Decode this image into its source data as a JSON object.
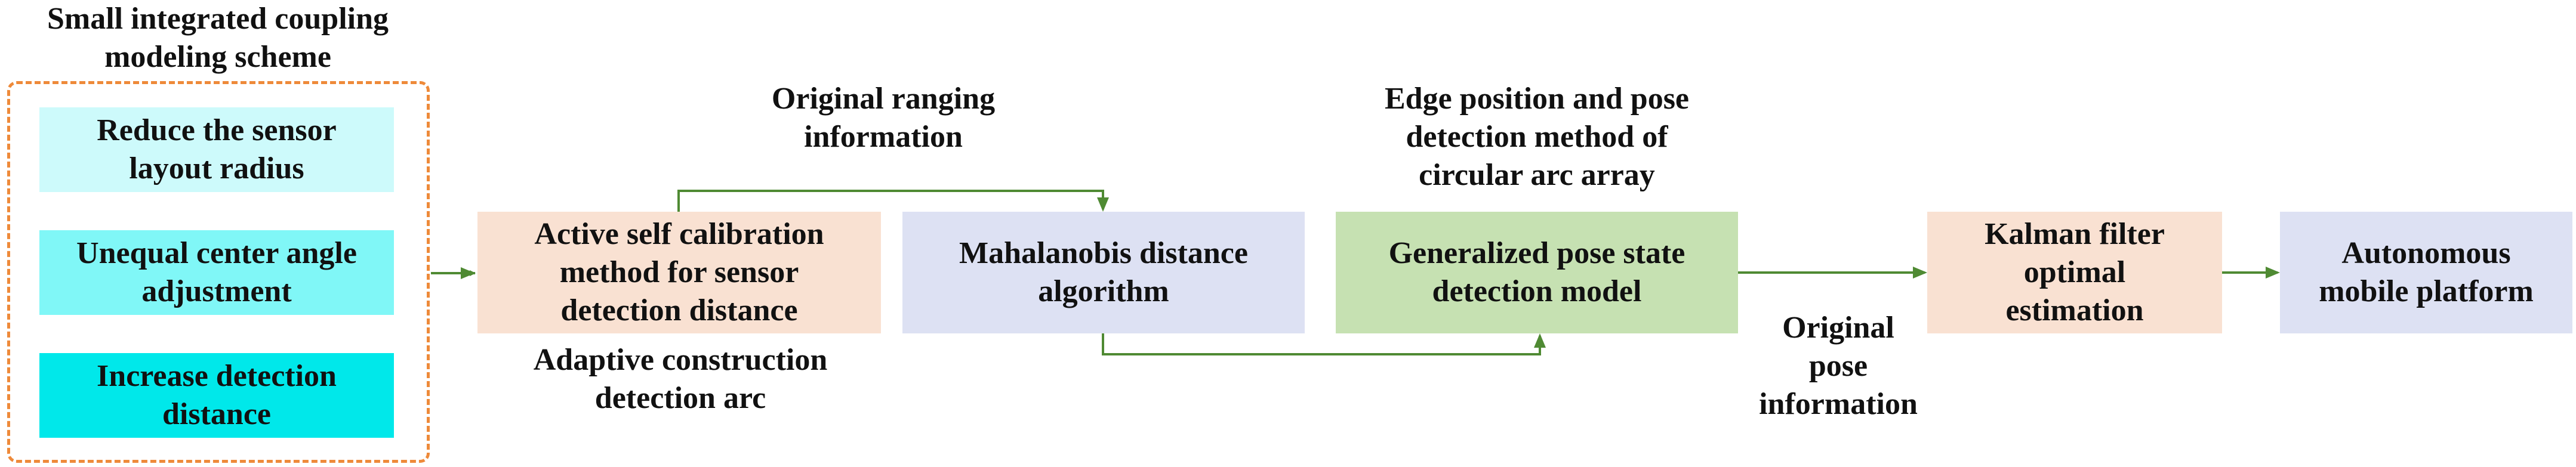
{
  "scheme": {
    "title": "Small integrated coupling\nmodeling scheme",
    "items": [
      {
        "label": "Reduce the sensor\nlayout radius",
        "color": "#cdfafb"
      },
      {
        "label": "Unequal center angle\nadjustment",
        "color": "#80f7f7"
      },
      {
        "label": "Increase detection\ndistance",
        "color": "#00e8ea"
      }
    ],
    "border_color": "#ee8a3a"
  },
  "nodes": [
    {
      "label": "Active self calibration\nmethod for sensor\ndetection distance",
      "color": "#f9e1d2"
    },
    {
      "label": "Mahalanobis distance\nalgorithm",
      "color": "#dde1f3"
    },
    {
      "label": "Generalized pose state\ndetection model",
      "color": "#c6e1b2"
    },
    {
      "label": "Kalman filter\noptimal\nestimation",
      "color": "#f9e1d2"
    },
    {
      "label": "Autonomous\nmobile platform",
      "color": "#dde1f3"
    }
  ],
  "annotations": {
    "original_ranging": "Original ranging\ninformation",
    "adaptive_arc": "Adaptive construction\ndetection arc",
    "edge_position": "Edge position and pose\ndetection method of\ncircular arc array",
    "original_pose": "Original\npose\ninformation"
  },
  "arrow_color": "#4f8a33"
}
